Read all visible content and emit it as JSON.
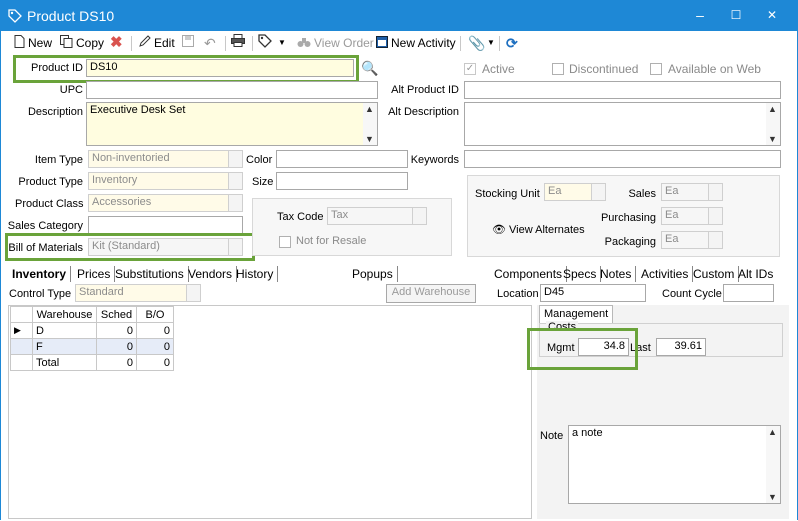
{
  "window": {
    "title": "Product DS10",
    "minimize": "–",
    "maximize": "☐",
    "close": "✕"
  },
  "toolbar": {
    "new": "New",
    "copy": "Copy",
    "edit": "Edit",
    "view_order": "View Order",
    "new_activity": "New Activity"
  },
  "form": {
    "product_id_label": "Product ID",
    "product_id": "DS10",
    "upc_label": "UPC",
    "upc": "",
    "description_label": "Description",
    "description": "Executive Desk Set",
    "item_type_label": "Item Type",
    "item_type": "Non-inventoried",
    "product_type_label": "Product Type",
    "product_type": "Inventory",
    "product_class_label": "Product Class",
    "product_class": "Accessories",
    "sales_category_label": "Sales Category",
    "sales_category": "",
    "bom_label": "Bill of Materials",
    "bom": "Kit (Standard)",
    "active_label": "Active",
    "discontinued_label": "Discontinued",
    "available_web_label": "Available on Web",
    "alt_product_id_label": "Alt Product ID",
    "alt_description_label": "Alt Description",
    "color_label": "Color",
    "size_label": "Size",
    "keywords_label": "Keywords",
    "tax_code_label": "Tax Code",
    "tax_code": "Tax",
    "not_for_resale_label": "Not for Resale",
    "stocking_unit_label": "Stocking Unit",
    "stocking_unit": "Ea",
    "view_alternates": "View Alternates",
    "sales_label": "Sales",
    "sales": "Ea",
    "purchasing_label": "Purchasing",
    "purchasing": "Ea",
    "packaging_label": "Packaging",
    "packaging": "Ea"
  },
  "tabs_left": [
    "Inventory",
    "Prices",
    "Substitutions",
    "Vendors",
    "History"
  ],
  "tabs_mid": [
    "Popups"
  ],
  "tabs_right": [
    "Components",
    "Specs",
    "Notes",
    "Activities",
    "Custom",
    "Alt IDs"
  ],
  "inventory": {
    "control_type_label": "Control Type",
    "control_type": "Standard",
    "add_warehouse": "Add Warehouse",
    "location_label": "Location",
    "location": "D45",
    "count_cycle_label": "Count Cycle",
    "count_cycle": "",
    "columns": [
      "Warehouse",
      "Sched",
      "B/O"
    ],
    "rows": [
      {
        "warehouse": "D",
        "sched": "0",
        "bo": "0"
      },
      {
        "warehouse": "F",
        "sched": "0",
        "bo": "0"
      },
      {
        "warehouse": "Total",
        "sched": "0",
        "bo": "0"
      }
    ]
  },
  "management": {
    "tab": "Management",
    "costs_label": "Costs",
    "mgmt_label": "Mgmt",
    "mgmt": "34.8",
    "last_label": "Last",
    "last": "39.61",
    "note_label": "Note",
    "note": "a note"
  },
  "colors": {
    "titlebar": "#1e88d6",
    "highlight": "#6aa33a",
    "yellow": "#fffde0"
  }
}
